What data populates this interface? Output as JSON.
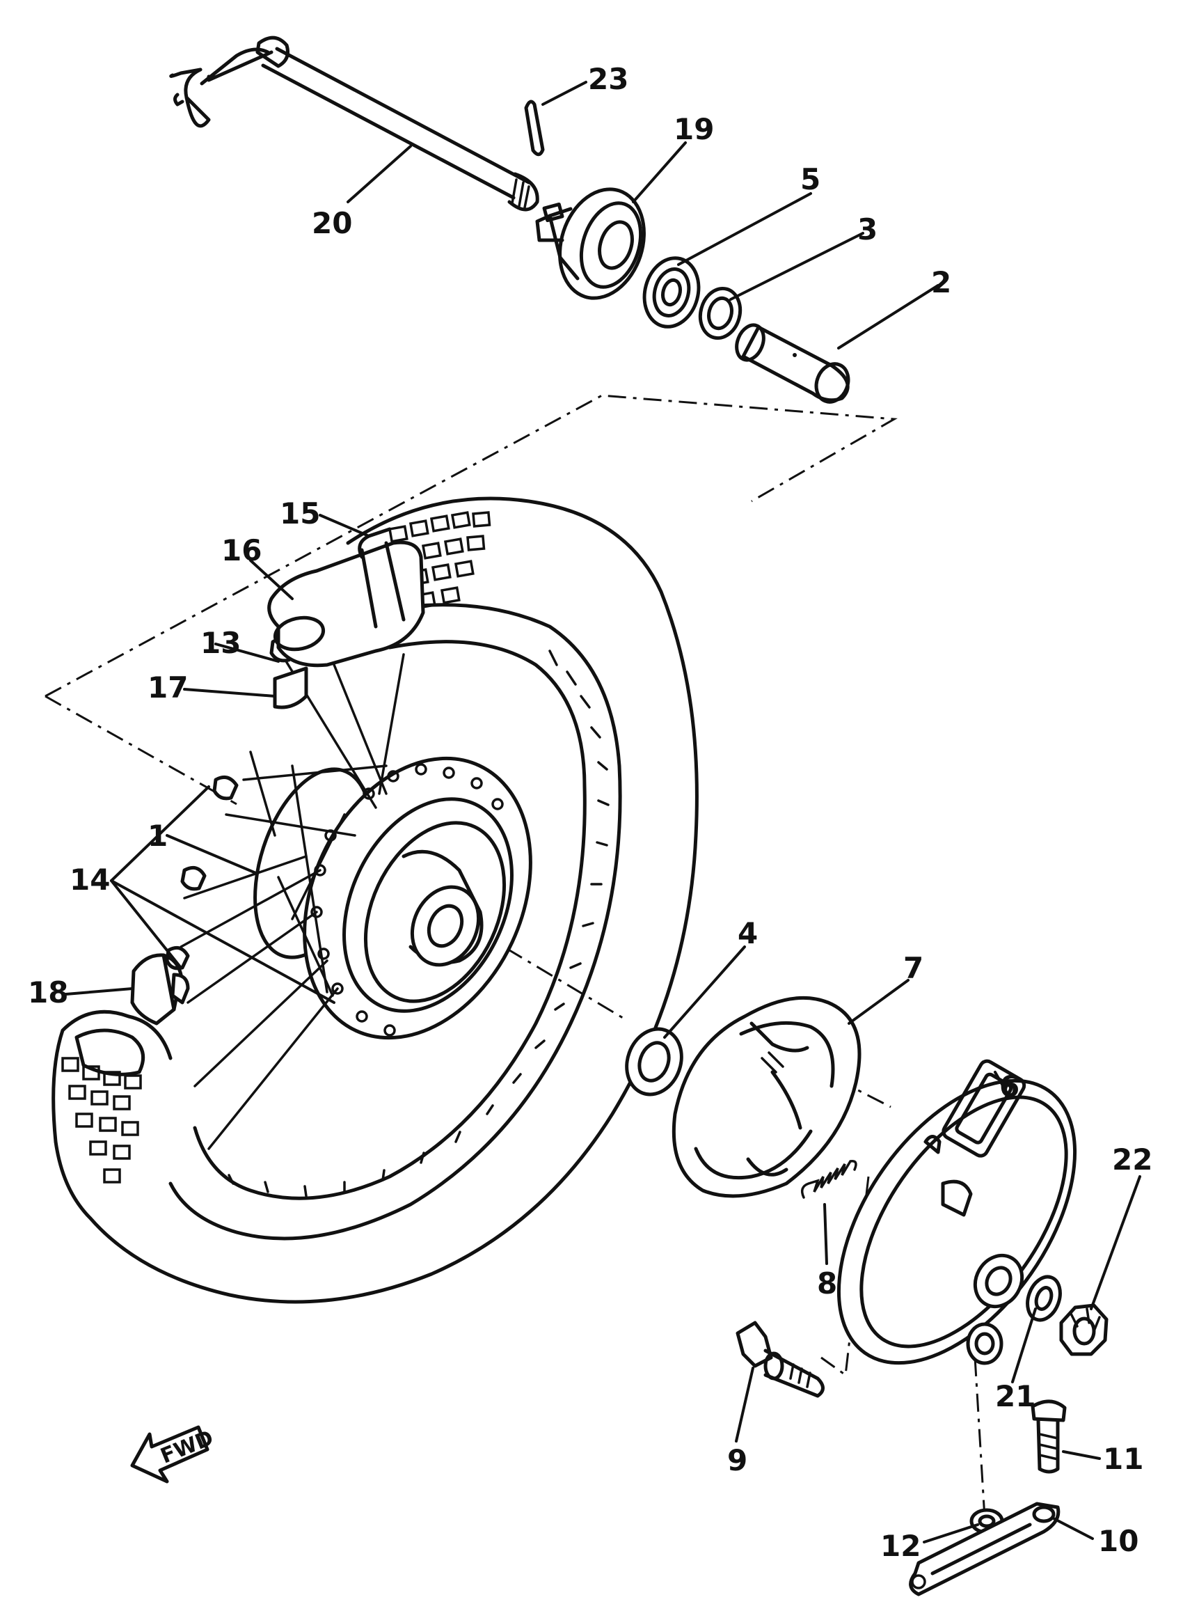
{
  "diagram": {
    "callouts": [
      {
        "id": "1",
        "label": "1"
      },
      {
        "id": "2",
        "label": "2"
      },
      {
        "id": "3",
        "label": "3"
      },
      {
        "id": "4",
        "label": "4"
      },
      {
        "id": "5",
        "label": "5"
      },
      {
        "id": "6",
        "label": "6"
      },
      {
        "id": "7",
        "label": "7"
      },
      {
        "id": "8",
        "label": "8"
      },
      {
        "id": "9",
        "label": "9"
      },
      {
        "id": "10",
        "label": "10"
      },
      {
        "id": "11",
        "label": "11"
      },
      {
        "id": "12",
        "label": "12"
      },
      {
        "id": "13",
        "label": "13"
      },
      {
        "id": "14",
        "label": "14"
      },
      {
        "id": "15",
        "label": "15"
      },
      {
        "id": "16",
        "label": "16"
      },
      {
        "id": "17",
        "label": "17"
      },
      {
        "id": "18",
        "label": "18"
      },
      {
        "id": "19",
        "label": "19"
      },
      {
        "id": "20",
        "label": "20"
      },
      {
        "id": "21",
        "label": "21"
      },
      {
        "id": "22",
        "label": "22"
      },
      {
        "id": "23",
        "label": "23"
      }
    ],
    "fwd_label": "FWD"
  }
}
